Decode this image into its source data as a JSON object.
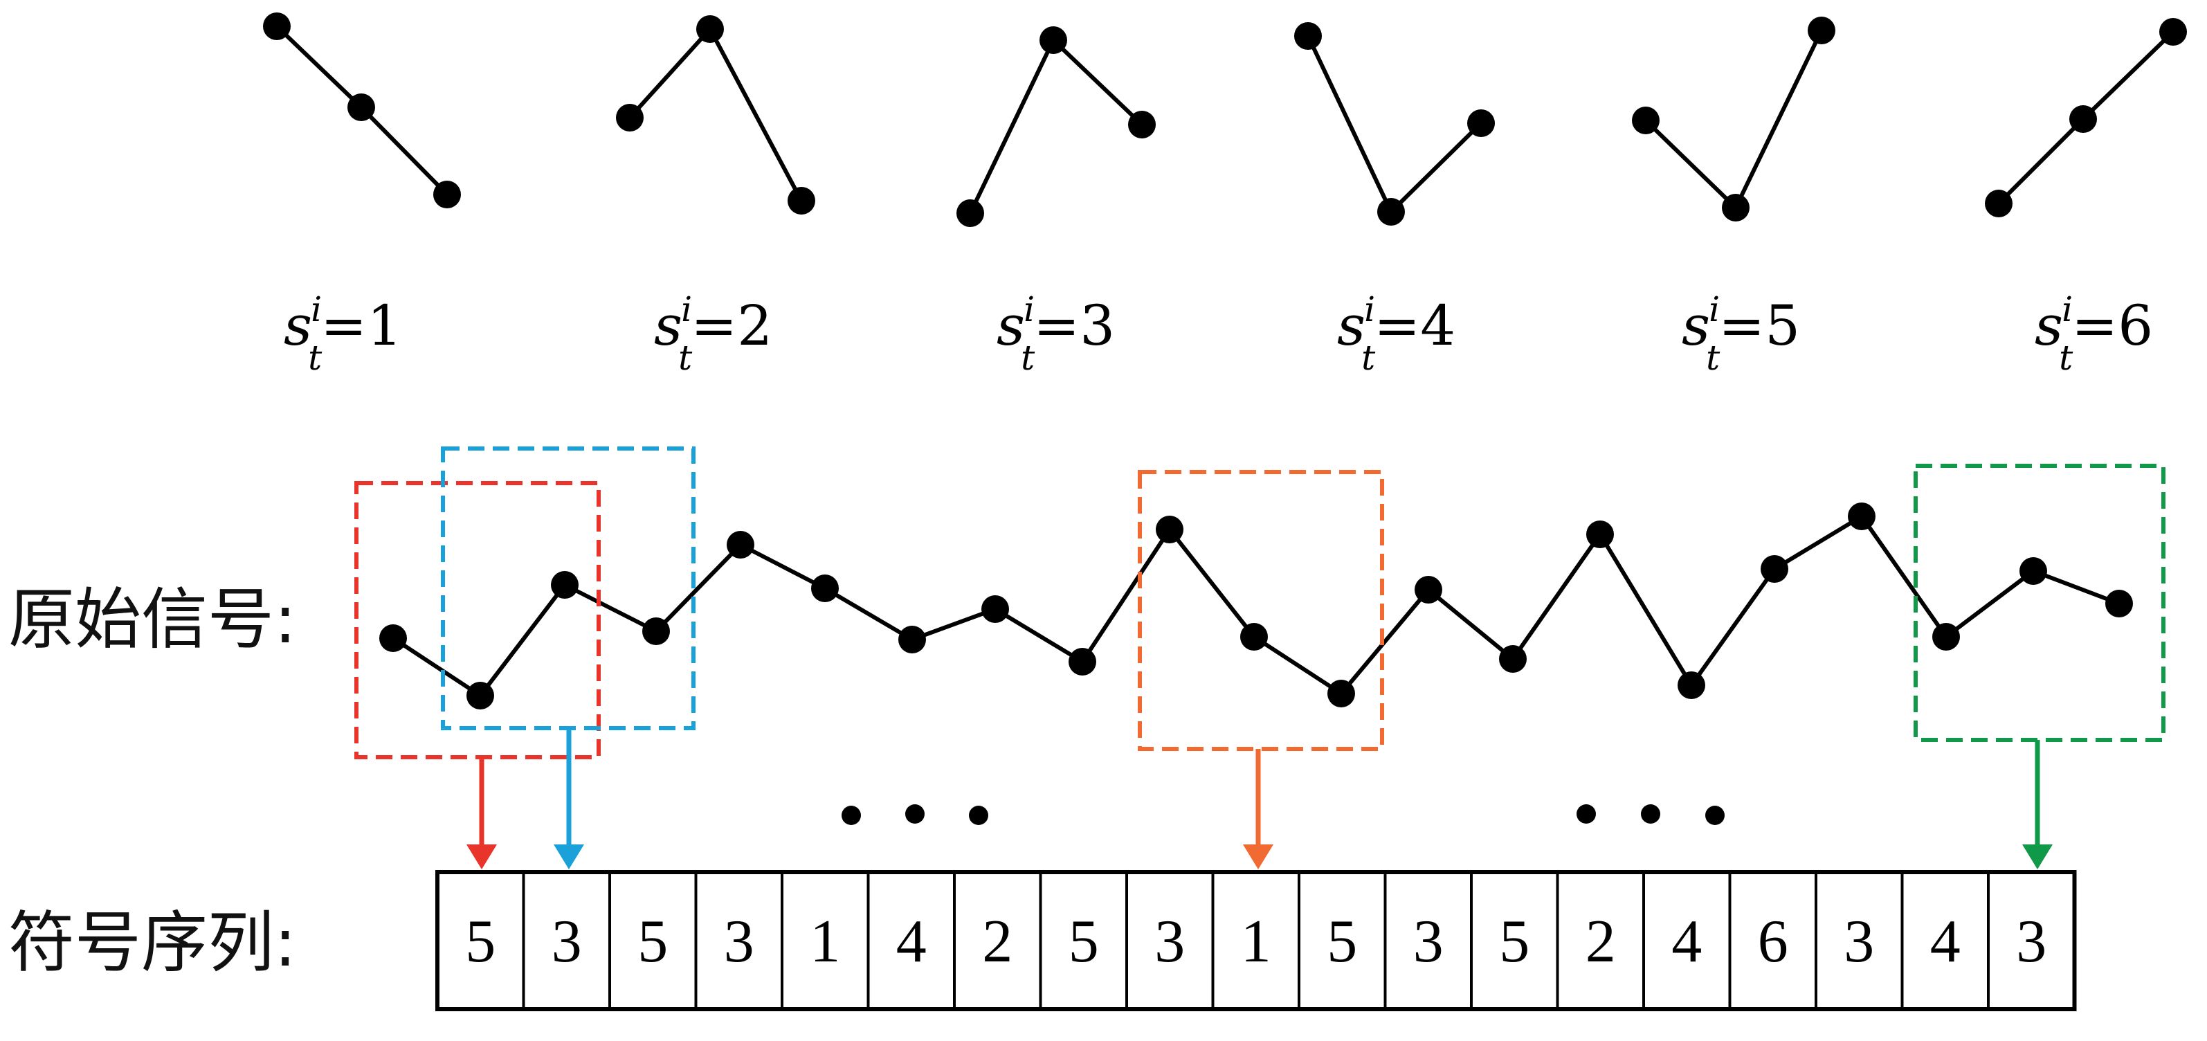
{
  "patterns": [
    {
      "var": "s",
      "sup": "i",
      "sub": "t",
      "eq": "=",
      "value": "1"
    },
    {
      "var": "s",
      "sup": "i",
      "sub": "t",
      "eq": "=",
      "value": "2"
    },
    {
      "var": "s",
      "sup": "i",
      "sub": "t",
      "eq": "=",
      "value": "3"
    },
    {
      "var": "s",
      "sup": "i",
      "sub": "t",
      "eq": "=",
      "value": "4"
    },
    {
      "var": "s",
      "sup": "i",
      "sub": "t",
      "eq": "=",
      "value": "5"
    },
    {
      "var": "s",
      "sup": "i",
      "sub": "t",
      "eq": "=",
      "value": "6"
    }
  ],
  "signal_label": "原始信号:",
  "sequence_label": "符号序列:",
  "symbol_sequence": [
    "5",
    "3",
    "5",
    "3",
    "1",
    "4",
    "2",
    "5",
    "3",
    "1",
    "5",
    "3",
    "5",
    "2",
    "4",
    "6",
    "3",
    "4",
    "3"
  ],
  "colors": {
    "red": "#e8342b",
    "blue": "#1ba1d9",
    "orange": "#f06a31",
    "green": "#11994a",
    "line": "#000000"
  }
}
